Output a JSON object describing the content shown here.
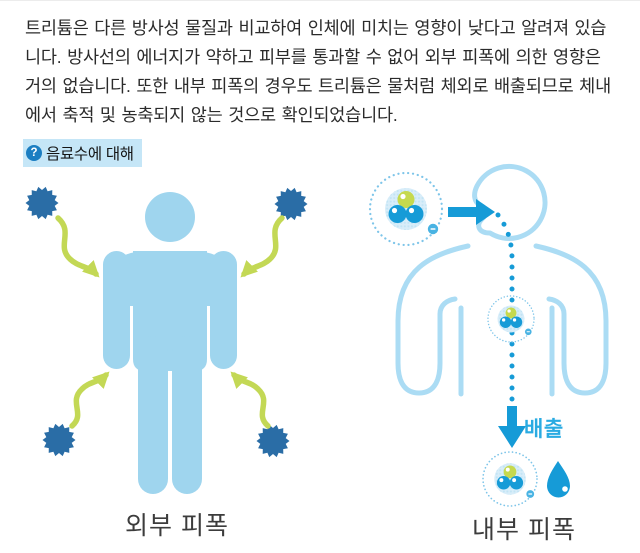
{
  "intro": {
    "text": "트리튬은 다른 방사성 물질과 비교하여 인체에 미치는 영향이 낮다고 알려져 있습\n니다. 방사선의 에너지가 약하고 피부를 통과할 수 없어 외부 피폭에 의한 영향은\n거의 없습니다. 또한 내부 피폭의 경우도 트리튬은 물처럼 체외로 배출되므로 체내\n에서 축적 및 농축되지 않는 것으로 확인되었습니다."
  },
  "link": {
    "icon_glyph": "?",
    "label": "음료수에 대해"
  },
  "diagrams": {
    "external": {
      "caption": "외부 피폭"
    },
    "internal": {
      "caption": "내부 피폭",
      "discharge_label": "배출"
    }
  },
  "colors": {
    "text": "#2b2b2b",
    "caption": "#3c3c3c",
    "link_bg": "#c5e6f7",
    "link_icon_bg": "#1b7ec2",
    "person_fill": "#9fd5ee",
    "body_outline": "#abdcf4",
    "particle": "#2a6da6",
    "arrow_green": "#c3d855",
    "accent_blue": "#169bd7",
    "discharge_label": "#2aabe2",
    "atom_ring": "#7ec5e9",
    "atom_halo": "#d8edf9",
    "atom_green": "#c6d94e",
    "atom_electron": "#49b3e3"
  }
}
